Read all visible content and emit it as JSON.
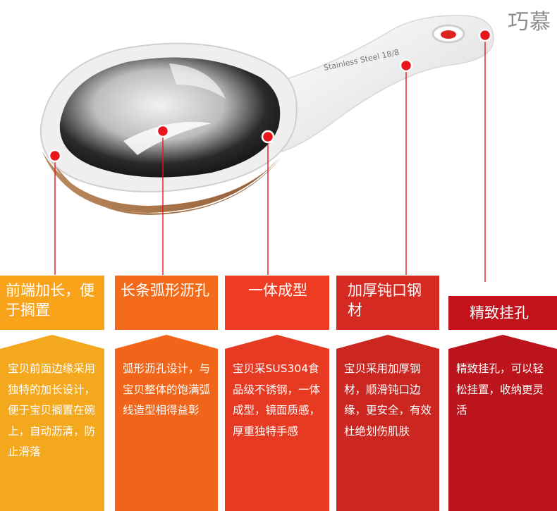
{
  "brand": "巧慕",
  "product": {
    "engraving": "Stainless Steel 18/8"
  },
  "features": [
    {
      "title": "前端加长，便于搁置",
      "desc": "宝贝前面边缘采用独特的加长设计，便于宝贝搁置在碗上，自动沥清，防止滑落",
      "color": "#f8a31a",
      "descColor": "#f3a81e"
    },
    {
      "title": "长条弧形沥孔",
      "desc": "弧形沥孔设计，与宝贝整体的饱满弧线造型相得益彰",
      "color": "#f36a1a",
      "descColor": "#f0651a"
    },
    {
      "title": "一体成型",
      "desc": "宝贝采SUS304食品级不锈钢，一体成型，镜面质感，厚重独特手感",
      "color": "#ee3c22",
      "descColor": "#e73a22"
    },
    {
      "title": "加厚钝口钢材",
      "desc": "宝贝采用加厚钢材，顺滑钝口边缘，更安全，有效杜绝划伤肌肤",
      "color": "#d42a22",
      "descColor": "#cc2620"
    },
    {
      "title": "精致挂孔",
      "desc": "精致挂孔，可以轻松挂置，收纳更灵活",
      "color": "#c2121c",
      "descColor": "#bb141c"
    }
  ],
  "colors": {
    "marker": "#e8141c",
    "leader": "#e8141c"
  }
}
